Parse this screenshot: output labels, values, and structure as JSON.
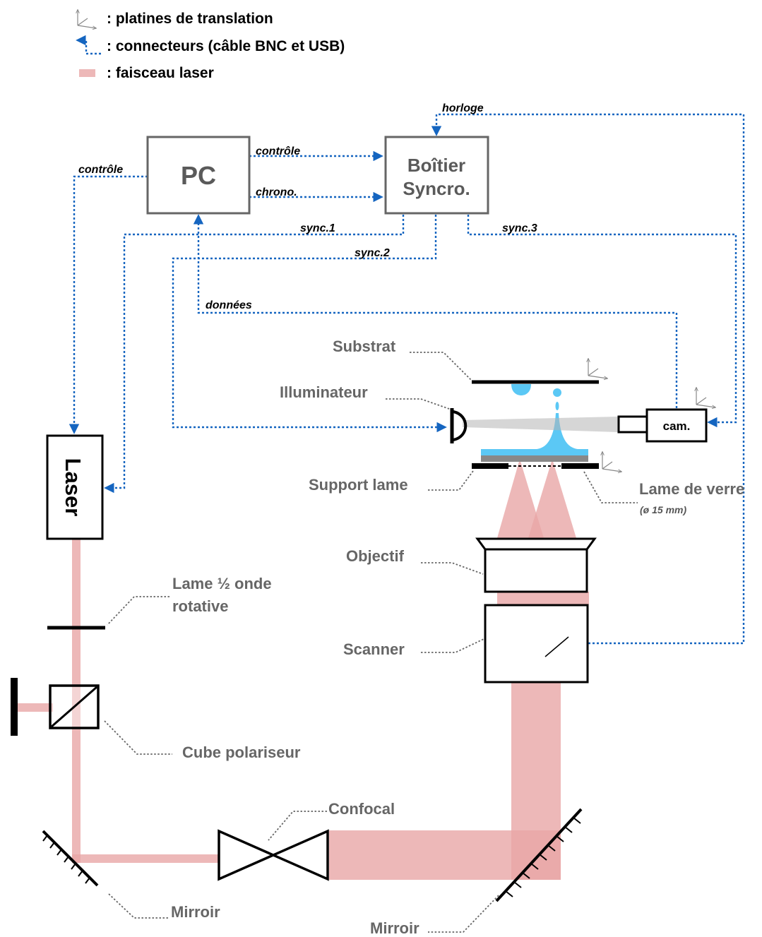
{
  "legend": {
    "stages": ": platines de translation",
    "connectors": ": connecteurs (câble BNC et USB)",
    "beam": ": faisceau laser"
  },
  "boxes": {
    "pc": "PC",
    "sync_line1": "Boîtier",
    "sync_line2": "Syncro.",
    "laser": "Laser",
    "camera": "cam."
  },
  "connections": {
    "controle_pc_sync": "contrôle",
    "chrono": "chrono.",
    "controle_laser": "contrôle",
    "horloge": "horloge",
    "sync1": "sync.1",
    "sync2": "sync.2",
    "sync3": "sync.3",
    "donnees": "données"
  },
  "components": {
    "substrat": "Substrat",
    "illuminateur": "Illuminateur",
    "support_lame": "Support lame",
    "lame_verre": "Lame de verre",
    "lame_verre_size": "(ø 15 mm)",
    "objectif": "Objectif",
    "scanner": "Scanner",
    "lame_onde_1": "Lame ½ onde",
    "lame_onde_2": "rotative",
    "cube": "Cube polariseur",
    "confocal": "Confocal",
    "mirror_left": "Mirroir",
    "mirror_right": "Mirroir"
  },
  "colors": {
    "connector": "#1565c0",
    "beam": "#e9a6a6",
    "droplet": "#5bc8f5",
    "grey_label": "#666666"
  }
}
